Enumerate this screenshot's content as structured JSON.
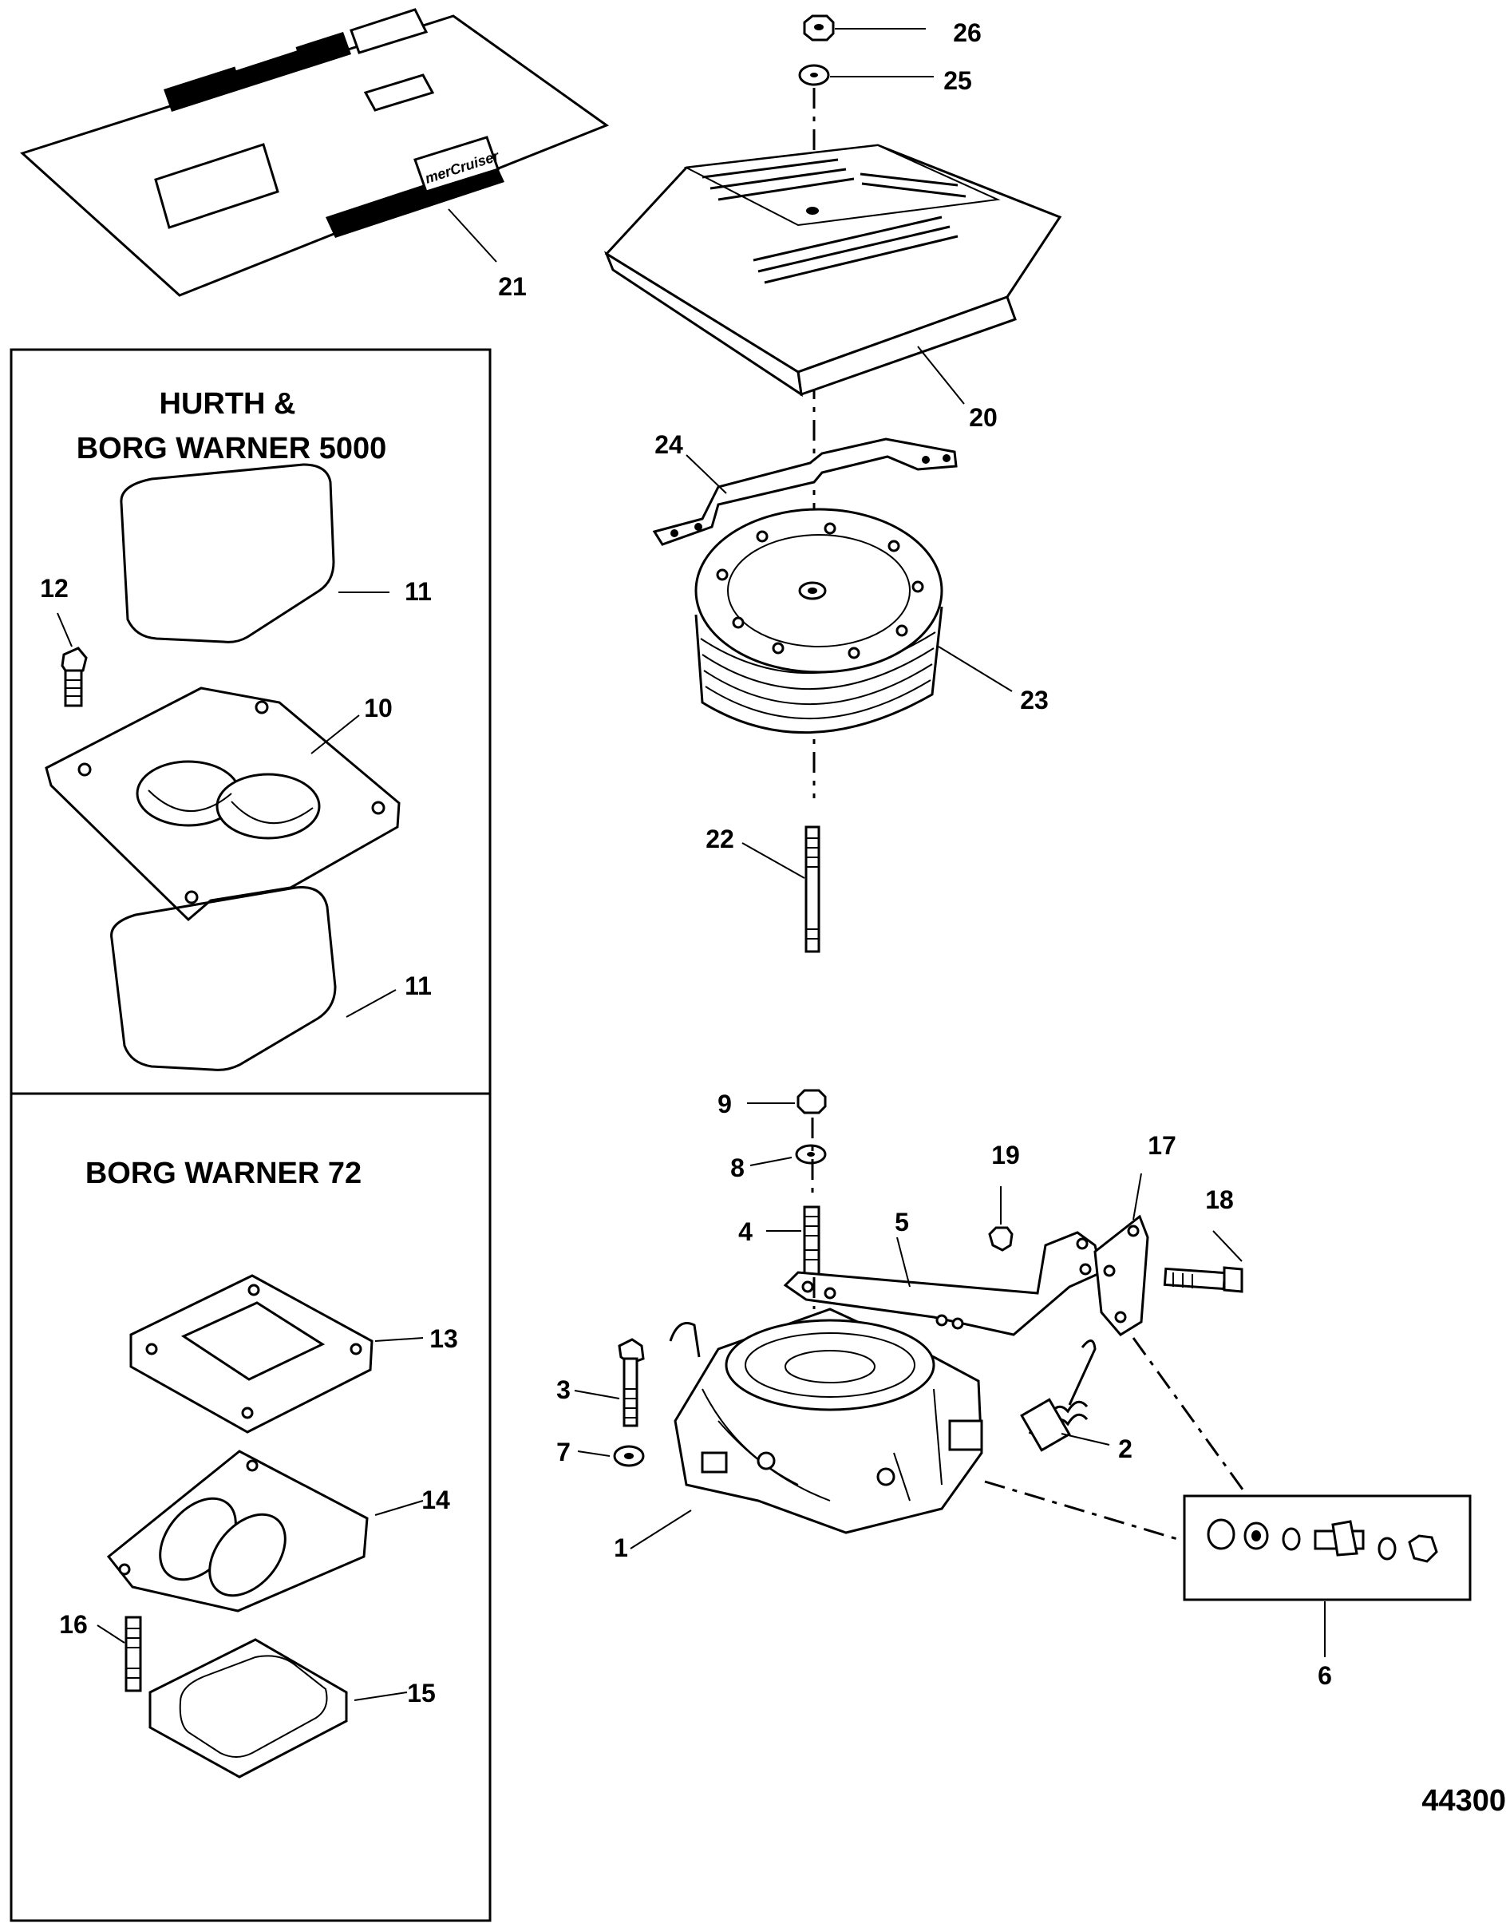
{
  "panels": {
    "upper_title_line1": "HURTH &",
    "upper_title_line2": "BORG WARNER 5000",
    "lower_title": "BORG WARNER 72"
  },
  "brand_text": "merCruiser",
  "figure_id": "44300",
  "callouts": [
    "1",
    "2",
    "3",
    "4",
    "5",
    "6",
    "7",
    "8",
    "9",
    "10",
    "11",
    "12",
    "13",
    "14",
    "15",
    "16",
    "17",
    "18",
    "19",
    "20",
    "21",
    "22",
    "23",
    "24",
    "25",
    "26"
  ],
  "callout_11_second": "11"
}
